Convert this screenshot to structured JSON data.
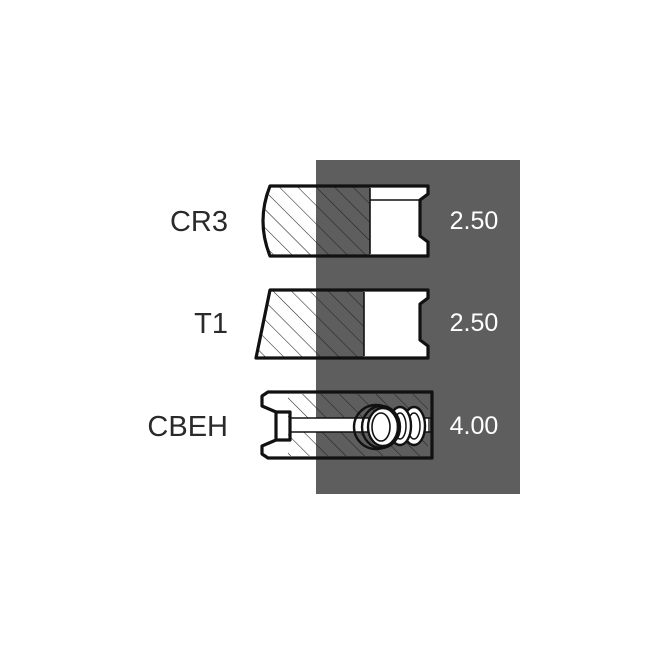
{
  "panel_color": "#5e5e5e",
  "rings": [
    {
      "label": "CR3",
      "width": "2.50",
      "profile": "barrel-faced"
    },
    {
      "label": "T1",
      "width": "2.50",
      "profile": "taper-faced"
    },
    {
      "label": "CBEH",
      "width": "4.00",
      "profile": "oil-control-with-expander-spring"
    }
  ]
}
